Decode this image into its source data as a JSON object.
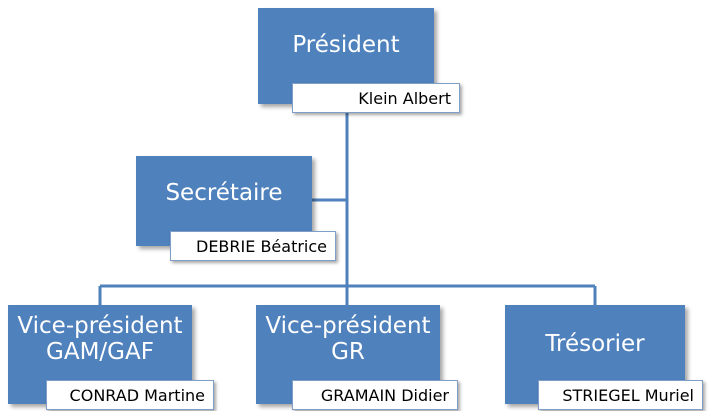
{
  "nodes": {
    "president": {
      "title": "Président",
      "name": "Klein Albert"
    },
    "secretaire": {
      "title": "Secrétaire",
      "name": "DEBRIE Béatrice"
    },
    "vp_gam": {
      "title_line1": "Vice-président",
      "title_line2": "GAM/GAF",
      "name": "CONRAD Martine"
    },
    "vp_gr": {
      "title_line1": "Vice-président",
      "title_line2": "GR",
      "name": "GRAMAIN Didier"
    },
    "tresorier": {
      "title": "Trésorier",
      "name": "STRIEGEL Muriel"
    }
  },
  "colors": {
    "box": "#4f81bd",
    "line": "#4f81bd"
  }
}
